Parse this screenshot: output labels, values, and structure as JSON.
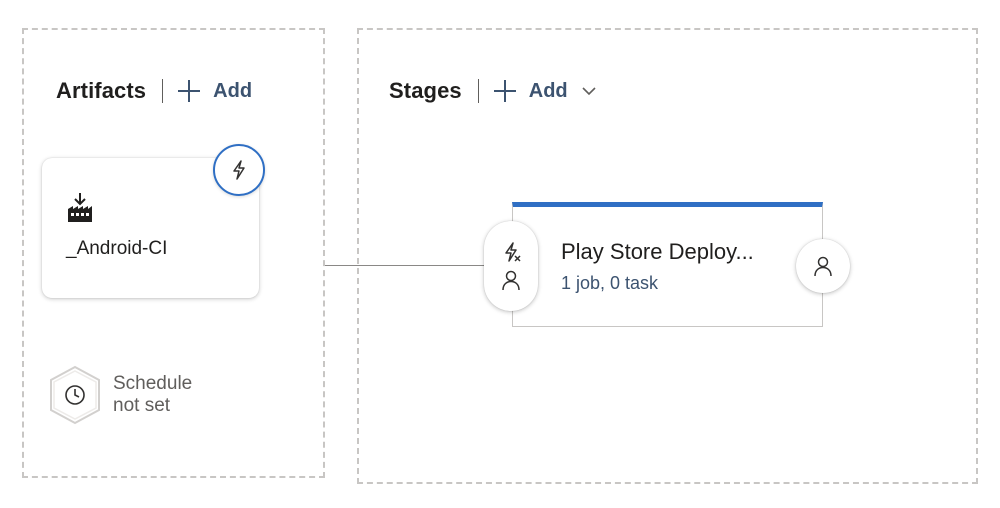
{
  "artifacts_panel": {
    "title": "Artifacts",
    "add_label": "Add",
    "artifact": {
      "name": "_Android-CI",
      "icon": "build-artifact-icon",
      "trigger_icon": "lightning-icon"
    },
    "schedule": {
      "line1": "Schedule",
      "line2": "not set",
      "icon": "clock-icon"
    }
  },
  "stages_panel": {
    "title": "Stages",
    "add_label": "Add",
    "stage": {
      "name": "Play Store Deploy...",
      "summary": "1 job, 0 task",
      "pre_deployment_icons": [
        "lightning-icon",
        "person-icon"
      ],
      "post_deployment_icon": "person-icon"
    }
  },
  "colors": {
    "accent": "#2f6fc4",
    "link": "#3c5370",
    "border": "#c8c6c4"
  }
}
